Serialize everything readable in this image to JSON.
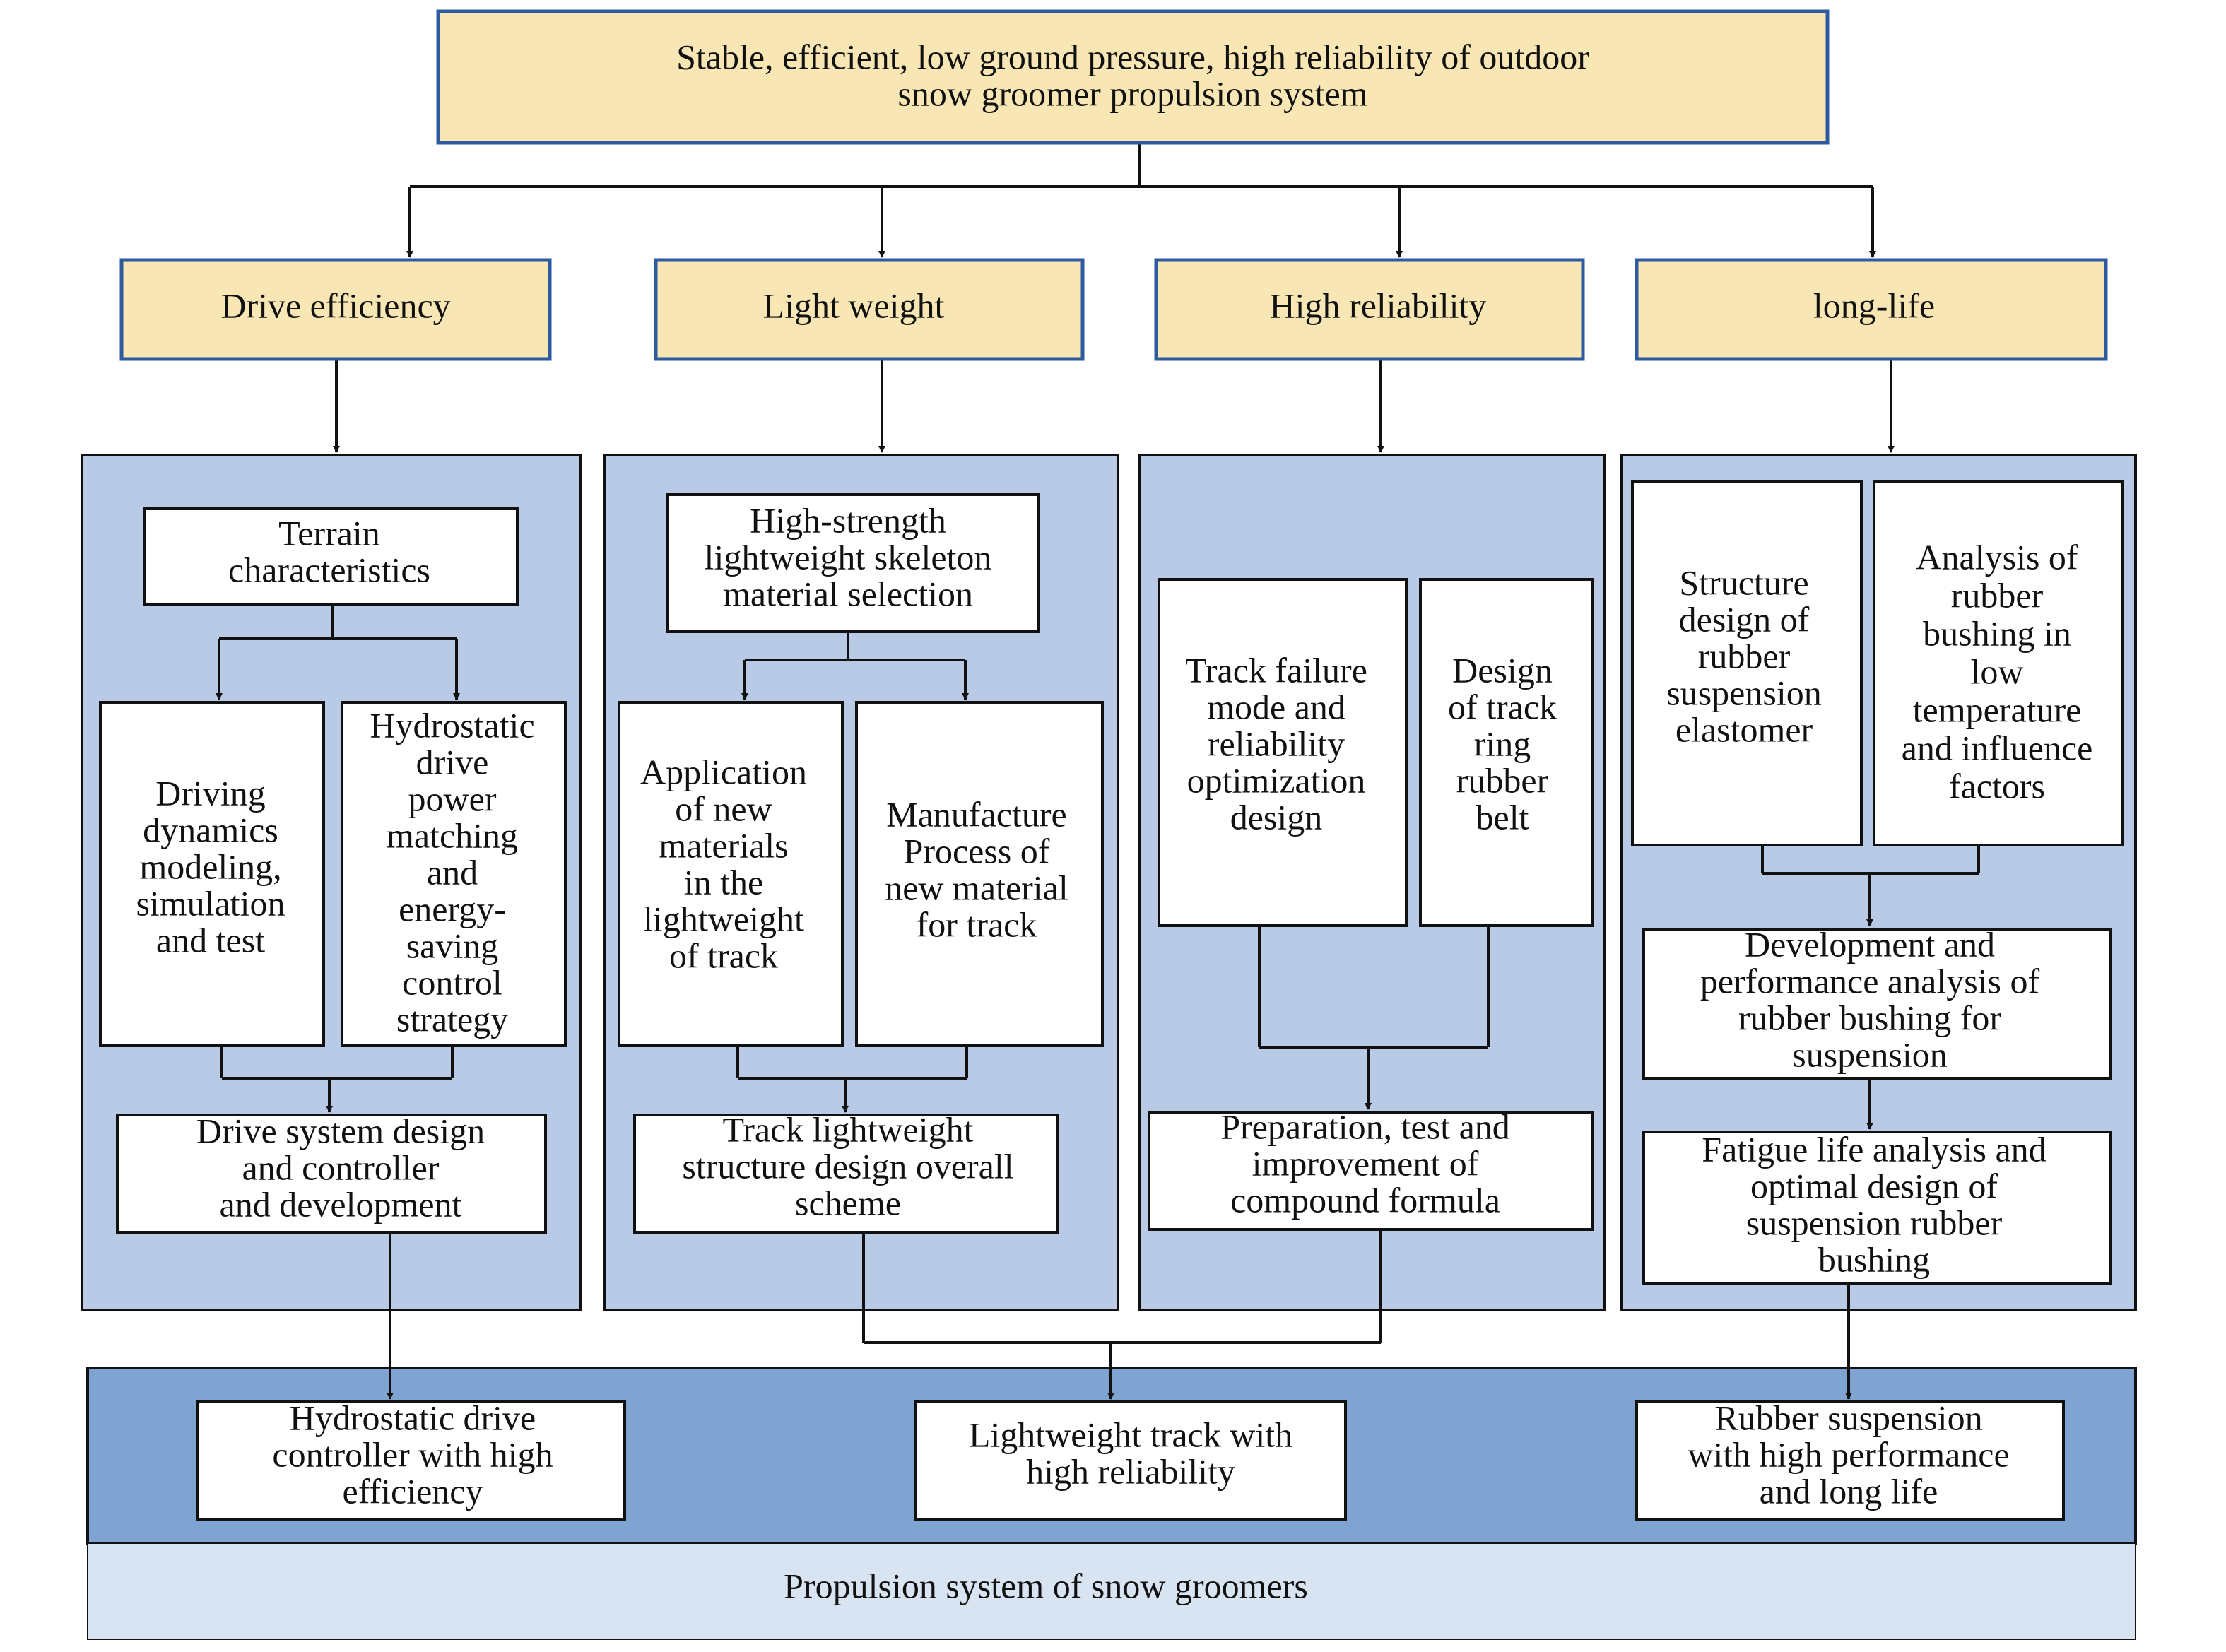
{
  "colors": {
    "header_fill": "#f8e6b4",
    "header_stroke": "#2e5aa0",
    "panel_fill": "#b8cae6",
    "bottom_band": "#80a4d2",
    "bottom_strip": "#d8e4f2",
    "box_fill": "#ffffff",
    "line": "#111111"
  },
  "top": {
    "lines": [
      "Stable, efficient, low ground pressure, high reliability of outdoor",
      "snow groomer propulsion system"
    ]
  },
  "categories": [
    {
      "key": "drive",
      "label": "Drive efficiency"
    },
    {
      "key": "light",
      "label": "Light weight"
    },
    {
      "key": "reliability",
      "label": "High reliability"
    },
    {
      "key": "life",
      "label": "long-life"
    }
  ],
  "boxes": {
    "terrain": [
      "Terrain",
      "characteristics"
    ],
    "driving_dynamics": [
      "Driving",
      "dynamics",
      "modeling,",
      "simulation",
      "and test"
    ],
    "hydrostatic_power": [
      "Hydrostatic",
      "drive",
      "power",
      "matching",
      "and",
      "energy-",
      "saving",
      "control",
      "strategy"
    ],
    "drive_system_design": [
      "Drive system design",
      "and controller",
      "and development"
    ],
    "skeleton_material": [
      "High-strength",
      "lightweight skeleton",
      "material selection"
    ],
    "new_materials": [
      "Application",
      "of new",
      "materials",
      "in the",
      "lightweight",
      "of track"
    ],
    "manufacture_process": [
      "Manufacture",
      "Process of",
      "new material",
      "for track"
    ],
    "track_structure": [
      "Track lightweight",
      "structure design overall",
      "scheme"
    ],
    "track_failure": [
      "Track failure",
      "mode and",
      "reliability",
      "optimization",
      "design"
    ],
    "track_ring": [
      "Design",
      "of track",
      "ring",
      "rubber",
      "belt"
    ],
    "compound_formula": [
      "Preparation, test and",
      "improvement of",
      "compound formula"
    ],
    "structure_elastomer": [
      "Structure",
      "design of",
      "rubber",
      "suspension",
      "elastomer"
    ],
    "bushing_low_temp": [
      "Analysis of",
      "rubber",
      "bushing in",
      "low",
      "temperature",
      "and influence",
      "factors"
    ],
    "bushing_development": [
      "Development and",
      "performance analysis of",
      "rubber bushing for",
      "suspension"
    ],
    "fatigue_life": [
      "Fatigue life analysis and",
      "optimal design of",
      "suspension rubber",
      "bushing"
    ]
  },
  "outputs": {
    "hydrostatic_controller": [
      "Hydrostatic drive",
      "controller with high",
      "efficiency"
    ],
    "lightweight_track": [
      "Lightweight track with",
      "high reliability"
    ],
    "rubber_suspension": [
      "Rubber suspension",
      "with high performance",
      "and long life"
    ]
  },
  "bottom_label": "Propulsion system of snow groomers"
}
